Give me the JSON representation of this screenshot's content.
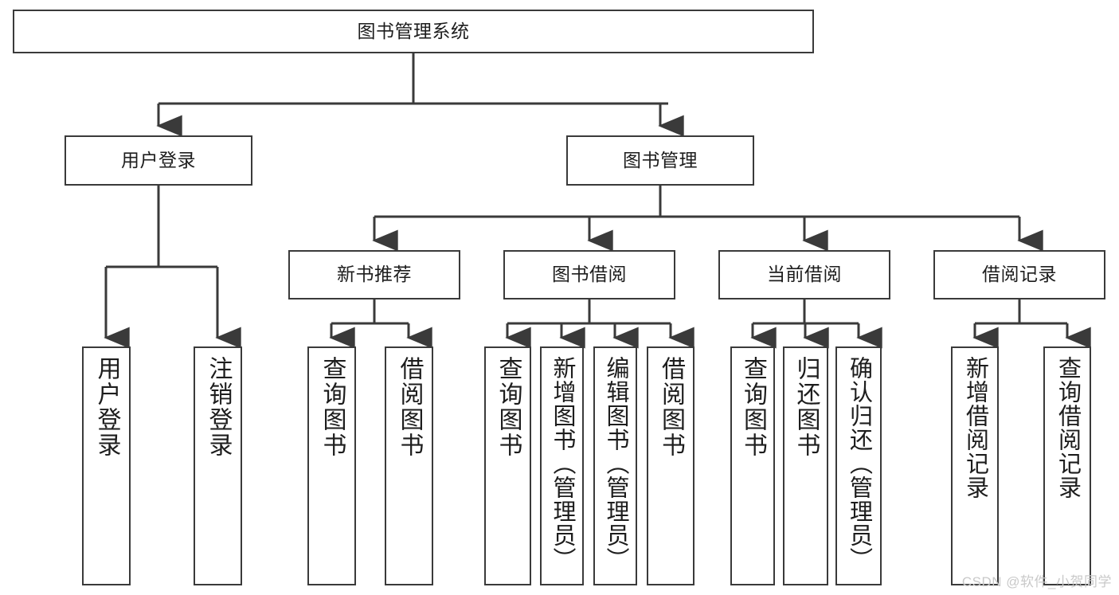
{
  "diagram": {
    "title": "图书管理系统",
    "type": "tree",
    "watermark": "CSDN @软件_小贺同学",
    "colors": {
      "node_border": "#3a3a3a",
      "node_fill": "#ffffff",
      "edge": "#3a3a3a",
      "text": "#1d1d1d",
      "watermark": "#c9c9c9",
      "background": "#ffffff"
    },
    "levels": {
      "root": "图书管理系统",
      "level2": [
        "用户登录",
        "图书管理"
      ],
      "level3": [
        "新书推荐",
        "图书借阅",
        "当前借阅",
        "借阅记录"
      ],
      "leaves": [
        "用户登录",
        "注销登录",
        "查询图书",
        "借阅图书",
        "查询图书",
        "新增图书（管理员）",
        "编辑图书（管理员）",
        "借阅图书",
        "查询图书",
        "归还图书",
        "确认归还（管理员）",
        "新增借阅记录",
        "查询借阅记录"
      ]
    },
    "nodes": {
      "root": {
        "label": "图书管理系统"
      },
      "user_login": {
        "label": "用户登录"
      },
      "book_manage": {
        "label": "图书管理"
      },
      "new_book_rec": {
        "label": "新书推荐"
      },
      "book_borrow": {
        "label": "图书借阅"
      },
      "current_borrow": {
        "label": "当前借阅"
      },
      "borrow_record": {
        "label": "借阅记录"
      },
      "leaf_user_login": {
        "label": "用户登录"
      },
      "leaf_logout": {
        "label": "注销登录"
      },
      "leaf_query_book_1": {
        "label": "查询图书"
      },
      "leaf_borrow_book_1": {
        "label": "借阅图书"
      },
      "leaf_query_book_2": {
        "label": "查询图书"
      },
      "leaf_add_book": {
        "label": "新增图书（管理员）"
      },
      "leaf_edit_book": {
        "label": "编辑图书（管理员）"
      },
      "leaf_borrow_book_2": {
        "label": "借阅图书"
      },
      "leaf_query_book_3": {
        "label": "查询图书"
      },
      "leaf_return_book": {
        "label": "归还图书"
      },
      "leaf_confirm_return": {
        "label": "确认归还（管理员）"
      },
      "leaf_add_record": {
        "label": "新增借阅记录"
      },
      "leaf_query_record": {
        "label": "查询借阅记录"
      }
    },
    "edges": [
      {
        "from": "root",
        "to": "user_login"
      },
      {
        "from": "root",
        "to": "book_manage"
      },
      {
        "from": "user_login",
        "to": "leaf_user_login"
      },
      {
        "from": "user_login",
        "to": "leaf_logout"
      },
      {
        "from": "book_manage",
        "to": "new_book_rec"
      },
      {
        "from": "book_manage",
        "to": "book_borrow"
      },
      {
        "from": "book_manage",
        "to": "current_borrow"
      },
      {
        "from": "book_manage",
        "to": "borrow_record"
      },
      {
        "from": "new_book_rec",
        "to": "leaf_query_book_1"
      },
      {
        "from": "new_book_rec",
        "to": "leaf_borrow_book_1"
      },
      {
        "from": "book_borrow",
        "to": "leaf_query_book_2"
      },
      {
        "from": "book_borrow",
        "to": "leaf_add_book"
      },
      {
        "from": "book_borrow",
        "to": "leaf_edit_book"
      },
      {
        "from": "book_borrow",
        "to": "leaf_borrow_book_2"
      },
      {
        "from": "current_borrow",
        "to": "leaf_query_book_3"
      },
      {
        "from": "current_borrow",
        "to": "leaf_return_book"
      },
      {
        "from": "current_borrow",
        "to": "leaf_confirm_return"
      },
      {
        "from": "borrow_record",
        "to": "leaf_add_record"
      },
      {
        "from": "borrow_record",
        "to": "leaf_query_record"
      }
    ]
  }
}
